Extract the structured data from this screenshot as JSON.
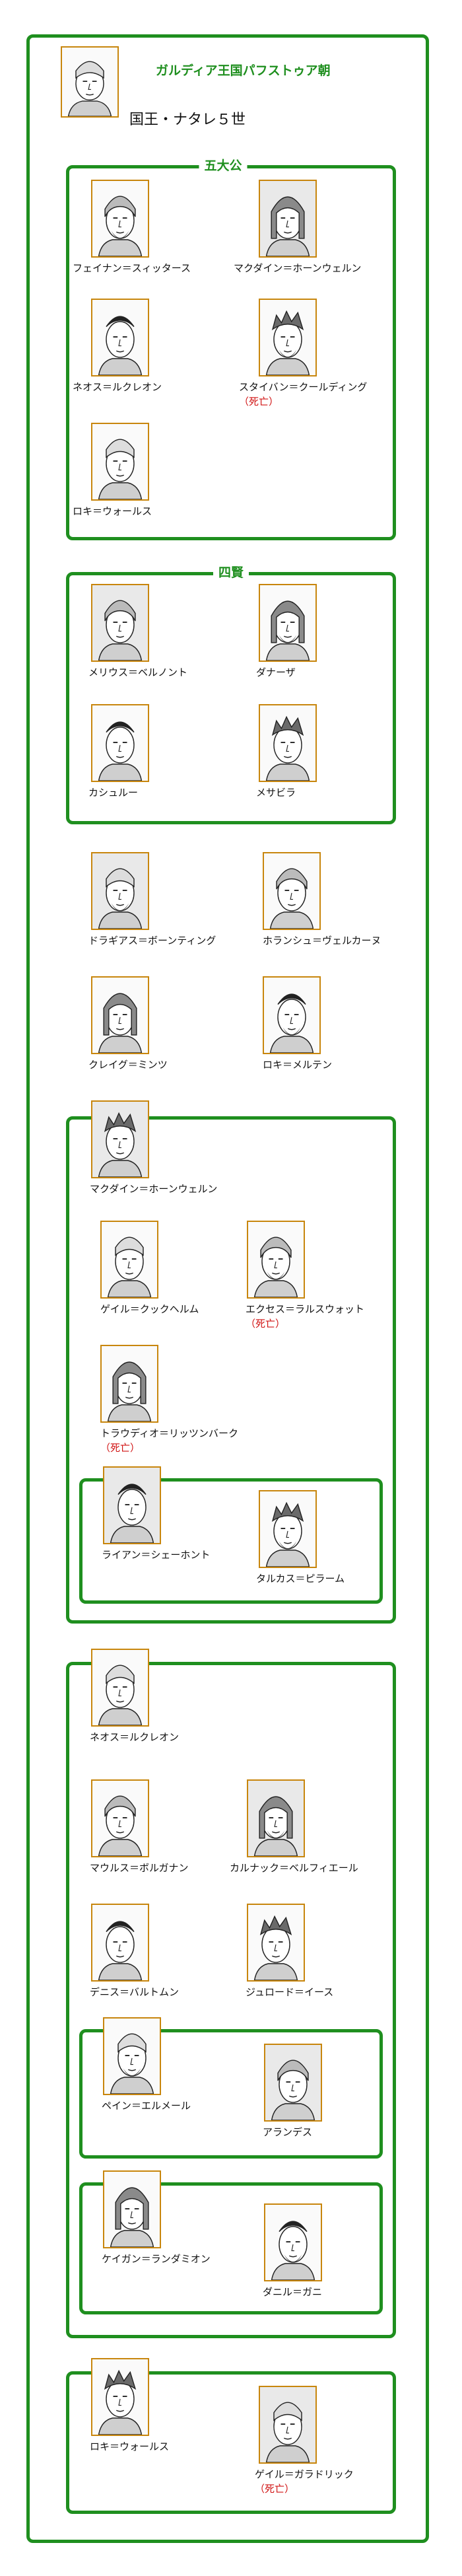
{
  "header": {
    "title": "ガルディア王国パフストゥア朝",
    "king": "国王・ナタレ５世"
  },
  "groups": {
    "five_dukes": {
      "label": "五大公",
      "members": [
        {
          "name": "フェイナン＝スィッタース",
          "died": ""
        },
        {
          "name": "マクダイン＝ホーンウェルン",
          "died": ""
        },
        {
          "name": "ネオス＝ルクレオン",
          "died": ""
        },
        {
          "name": "スタイバン＝クールディング",
          "died": "（死亡）"
        },
        {
          "name": "ロキ＝ウォールス",
          "died": ""
        }
      ]
    },
    "four_sages": {
      "label": "四賢",
      "members": [
        {
          "name": "メリウス＝ベルノント",
          "died": ""
        },
        {
          "name": "ダナーザ",
          "died": ""
        },
        {
          "name": "カシュルー",
          "died": ""
        },
        {
          "name": "メサビラ",
          "died": ""
        }
      ]
    },
    "others": {
      "members": [
        {
          "name": "ドラギアス＝ボーンティング",
          "died": ""
        },
        {
          "name": "ホランシュ＝ヴェルカーヌ",
          "died": ""
        },
        {
          "name": "クレイグ＝ミンツ",
          "died": ""
        },
        {
          "name": "ロキ＝メルテン",
          "died": ""
        }
      ]
    },
    "maqdine_house": {
      "head": {
        "name": "マクダイン＝ホーンウェルン",
        "died": ""
      },
      "members": [
        {
          "name": "ゲイル＝クックヘルム",
          "died": ""
        },
        {
          "name": "エクセス＝ラルスウォット",
          "died": "（死亡）"
        },
        {
          "name": "トラウディオ＝リッツンバーク",
          "died": "（死亡）"
        }
      ],
      "sub": {
        "head": {
          "name": "ライアン＝シェーホント",
          "died": ""
        },
        "members": [
          {
            "name": "タルカス＝ピラーム",
            "died": ""
          }
        ]
      }
    },
    "neos_house": {
      "head": {
        "name": "ネオス＝ルクレオン",
        "died": ""
      },
      "members": [
        {
          "name": "マウルス＝ボルガナン",
          "died": ""
        },
        {
          "name": "カルナック＝ベルフィエール",
          "died": ""
        },
        {
          "name": "デニス＝バルトムン",
          "died": ""
        },
        {
          "name": "ジュロード＝イース",
          "died": ""
        }
      ],
      "sub1": {
        "head": {
          "name": "ペイン＝エルメール",
          "died": ""
        },
        "members": [
          {
            "name": "アランデス",
            "died": ""
          }
        ]
      },
      "sub2": {
        "head": {
          "name": "ケイガン＝ランダミオン",
          "died": ""
        },
        "members": [
          {
            "name": "ダニル＝ガニ",
            "died": ""
          }
        ]
      }
    },
    "loki_house": {
      "head": {
        "name": "ロキ＝ウォールス",
        "died": ""
      },
      "members": [
        {
          "name": "ゲイル＝ガラドリック",
          "died": "（死亡）"
        }
      ]
    }
  },
  "colors": {
    "frame": "#1f8f1f",
    "portrait_border": "#c8860d",
    "deceased": "#d01010"
  }
}
